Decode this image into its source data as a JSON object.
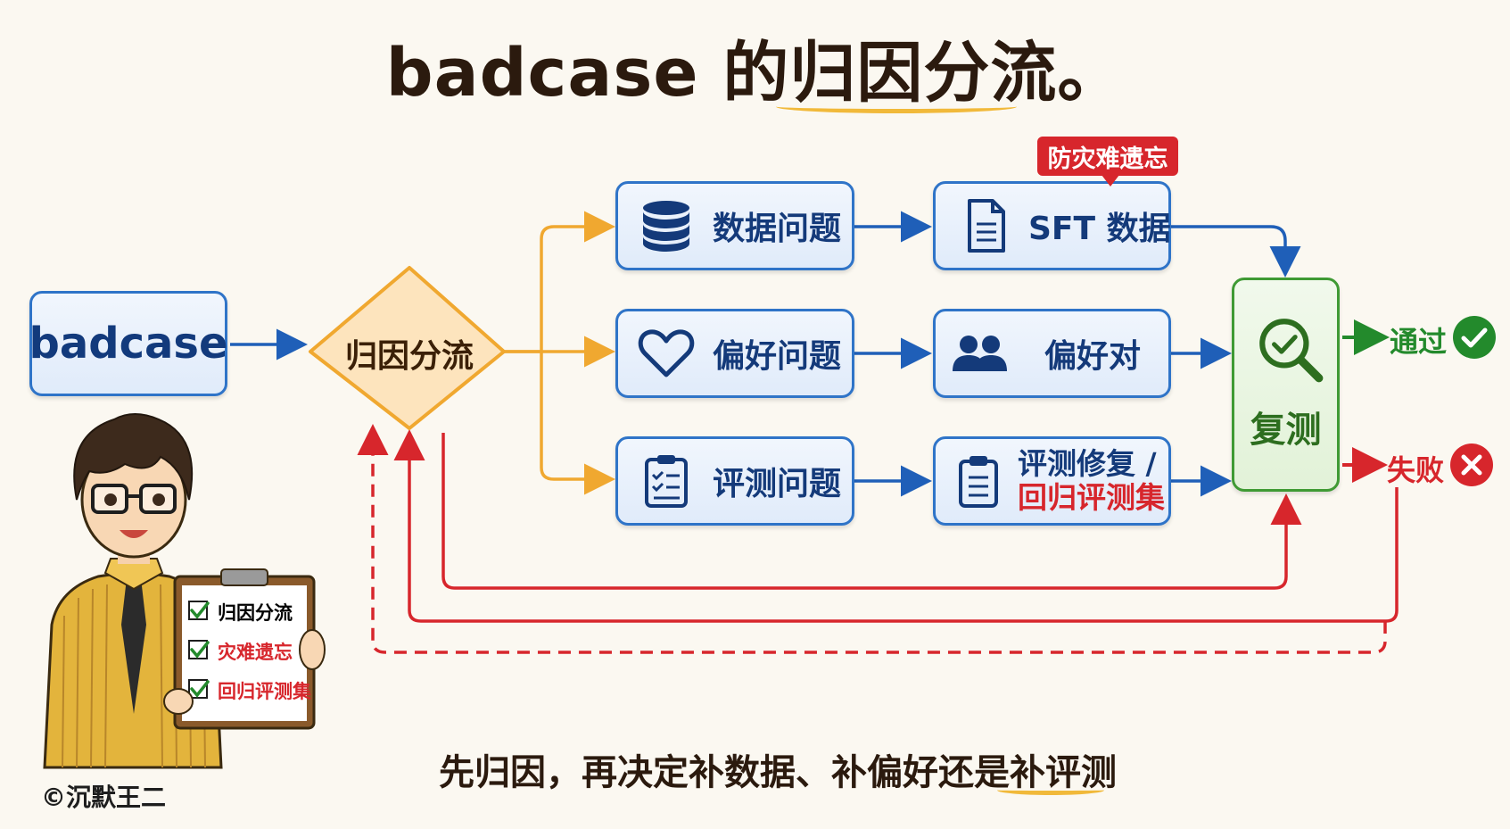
{
  "title": "badcase 的归因分流。",
  "source_node": "badcase",
  "decision_node": "归因分流",
  "categories": [
    {
      "label": "数据问题",
      "icon": "database-icon"
    },
    {
      "label": "偏好问题",
      "icon": "heart-icon"
    },
    {
      "label": "评测问题",
      "icon": "checklist-icon"
    }
  ],
  "actions": [
    {
      "label": "SFT 数据",
      "icon": "document-icon"
    },
    {
      "label": "偏好对",
      "icon": "people-icon"
    },
    {
      "label_line1": "评测修复 /",
      "label_line2": "回归评测集",
      "icon": "clipboard-icon"
    }
  ],
  "badge": "防灾难遗忘",
  "retest": "复测",
  "pass": "通过",
  "fail": "失败",
  "bottom_caption": "先归因，再决定补数据、补偏好还是补评测",
  "clipboard_items": [
    {
      "text": "归因分流",
      "color": "#1e1e1e"
    },
    {
      "text": "灾难遗忘",
      "color": "#d7262c"
    },
    {
      "text": "回归评测集",
      "color": "#d7262c"
    }
  ],
  "copyright": "©沉默王二",
  "colors": {
    "node_border": "#2f74c8",
    "decision": "#f0a830",
    "retest": "#3f9a34",
    "pass": "#238a2c",
    "fail": "#d7262c",
    "accent_underline": "#f1b93a"
  }
}
